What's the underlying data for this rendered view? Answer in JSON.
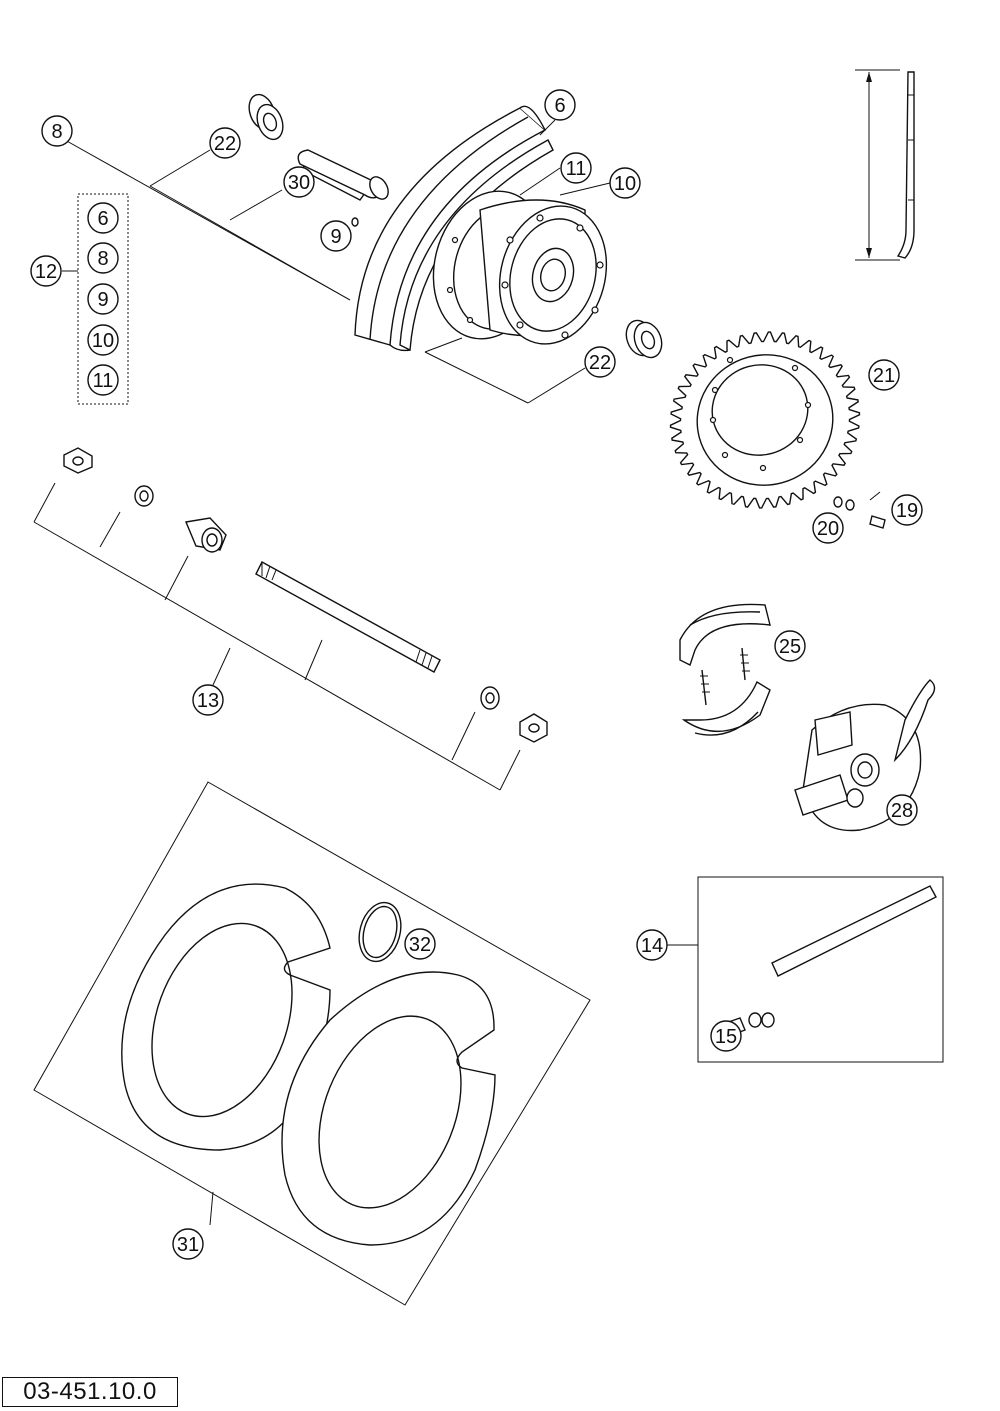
{
  "drawing_number": "03-451.10.0",
  "callouts": {
    "hub_rim_half": "6",
    "spoke_nipple_label": "8",
    "nipple": "9",
    "hub": "10",
    "spoke": "11",
    "wheel_assembly": "12",
    "axle": "13",
    "chain": "14",
    "chain_link": "15",
    "sprocket_bolt": "19",
    "washer": "20",
    "sprocket": "21",
    "bearing_top": "22",
    "bearing_bottom": "22",
    "brake_shoes": "25",
    "brake_plate": "28",
    "spacer": "30",
    "rim_tape": "31",
    "clamp": "32"
  },
  "assembly_list": [
    "6",
    "8",
    "9",
    "10",
    "11"
  ]
}
